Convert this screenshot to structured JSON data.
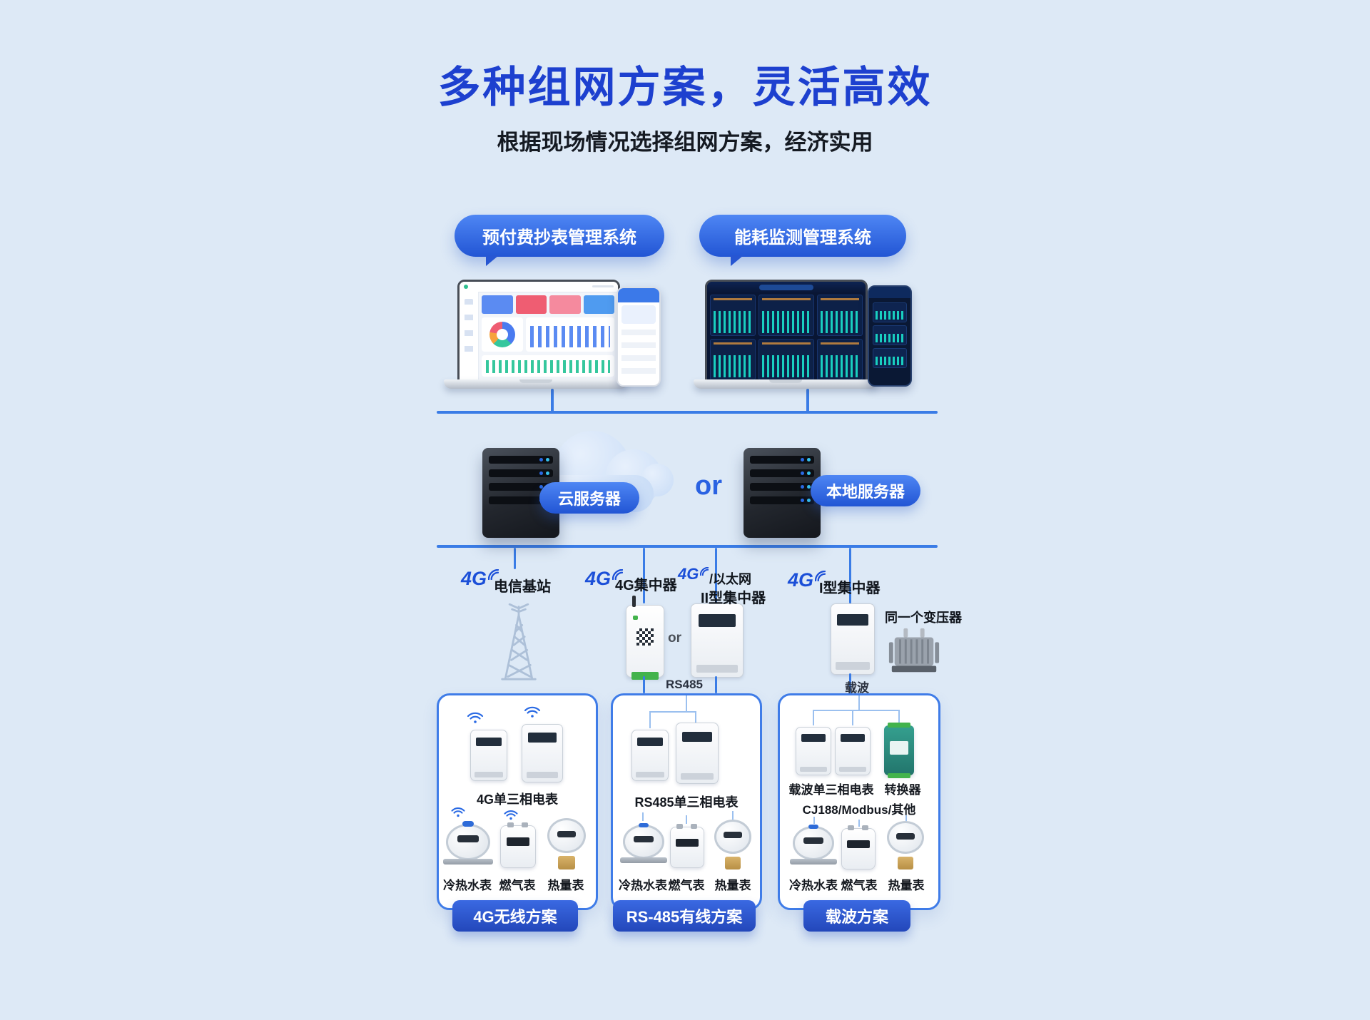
{
  "page": {
    "title": "多种组网方案，灵活高效",
    "subtitle": "根据现场情况选择组网方案，经济实用"
  },
  "bubbles": {
    "prepaid": "预付费抄表管理系统",
    "energy": "能耗监测管理系统"
  },
  "servers": {
    "cloud": "云服务器",
    "or": "or",
    "local": "本地服务器"
  },
  "branch_4g": {
    "icon": "4G",
    "station": "电信基站",
    "meters_label": "4G单三相电表",
    "bottom": [
      "冷热水表",
      "燃气表",
      "热量表"
    ],
    "plan": "4G无线方案"
  },
  "branch_rs485": {
    "icon": "4G",
    "collector": "4G集中器",
    "icon2": "4G",
    "ethernet": "/以太网",
    "collector2": "II型集中器",
    "or": "or",
    "bus": "RS485",
    "meters_label": "RS485单三相电表",
    "bottom": [
      "冷热水表",
      "燃气表",
      "热量表"
    ],
    "plan": "RS-485有线方案"
  },
  "branch_carrier": {
    "icon": "4G",
    "collector": "I型集中器",
    "transformer": "同一个变压器",
    "bus": "载波",
    "meters_label": "载波单三相电表",
    "converter": "转换器",
    "protocol": "CJ188/Modbus/其他",
    "bottom": [
      "冷热水表",
      "燃气表",
      "热量表"
    ],
    "plan": "载波方案"
  }
}
